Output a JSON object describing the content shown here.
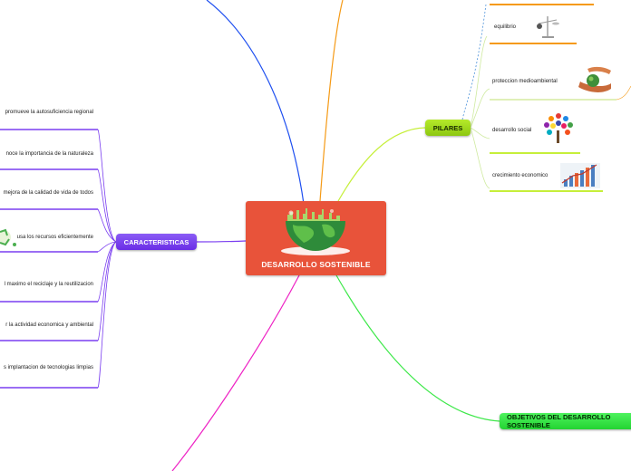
{
  "central": {
    "title": "DESARROLLO SOSTENIBLE",
    "color": "#e8533a"
  },
  "pilares": {
    "label": "PILARES",
    "items": [
      {
        "label": "equilibrio",
        "icon": "balance-scale-icon"
      },
      {
        "label": "proteccion medioambiental",
        "icon": "hands-globe-icon"
      },
      {
        "label": "desarrollo social",
        "icon": "people-tree-icon"
      },
      {
        "label": "crecimiento economico",
        "icon": "growth-chart-icon"
      }
    ]
  },
  "caracteristicas": {
    "label": "CARACTERISTICAS",
    "items": [
      {
        "label": "promueve la autosuficiencia regional"
      },
      {
        "label": "noce la importancia de la naturaleza"
      },
      {
        "label": "mejora de la calidad de vida de todos"
      },
      {
        "label": "usa los recursos eficientemente",
        "icon": "recycle-icon"
      },
      {
        "label": "l maximo el reciclaje y la reutilizacion"
      },
      {
        "label": "r la actividad economica y ambiental"
      },
      {
        "label": "s implantacion de tecnologias limpias"
      }
    ]
  },
  "objetivos": {
    "label": "OBJETIVOS DEL DESARROLLO SOSTENIBLE"
  },
  "colors": {
    "orange": "#f59a16",
    "lime": "#a6e22e",
    "purple": "#7a3ef0",
    "green": "#3ee84a",
    "blue": "#1e4ff0",
    "magenta": "#ee22c4",
    "dashed_blue": "#4a90d9"
  }
}
